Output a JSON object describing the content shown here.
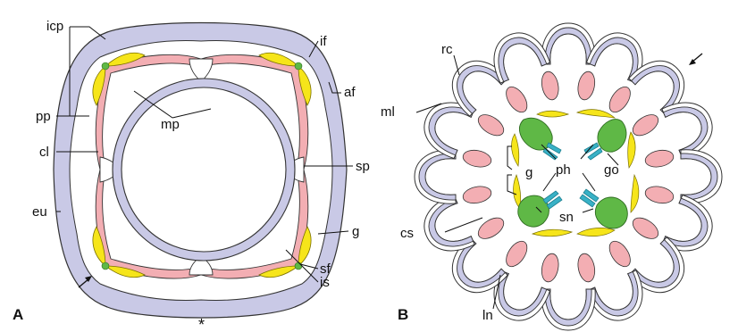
{
  "panel_a": {
    "letter": "A",
    "asterisk": "*",
    "labels": {
      "icp": "icp",
      "if": "if",
      "af": "af",
      "pp": "pp",
      "mp": "mp",
      "cl": "cl",
      "sp": "sp",
      "eu": "eu",
      "g": "g",
      "sf": "sf",
      "is": "is"
    }
  },
  "panel_b": {
    "letter": "B",
    "labels": {
      "rc": "rc",
      "ml": "ml",
      "g": "g",
      "ph": "ph",
      "go": "go",
      "sn": "sn",
      "cs": "cs",
      "ln": "ln"
    }
  },
  "colors": {
    "lavender": "#c9c9e6",
    "pink": "#f3aeb3",
    "pink_light": "#f6c9c9",
    "yellow": "#f6e51a",
    "green": "#5fb846",
    "teal": "#38b1c6",
    "outline": "#333333"
  }
}
